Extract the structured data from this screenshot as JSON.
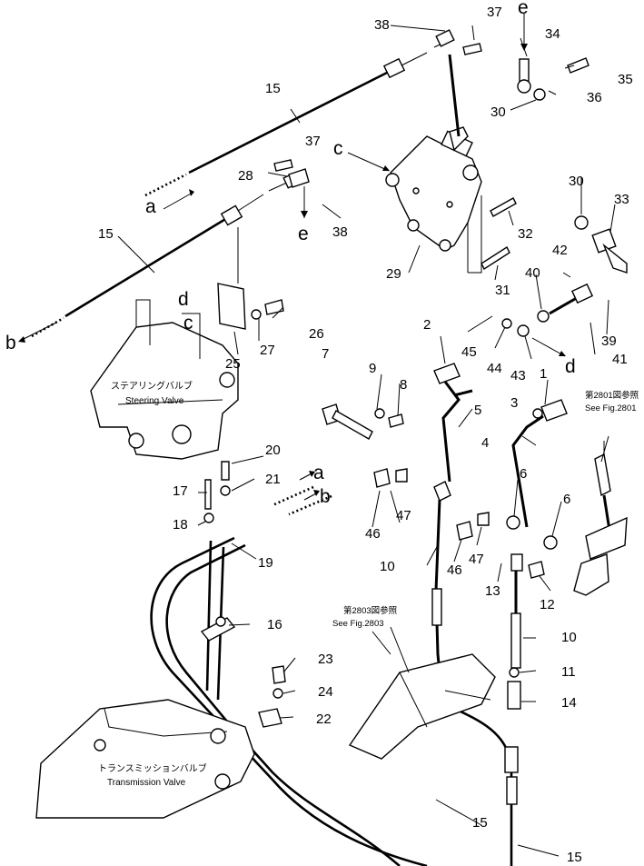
{
  "part_numbers": {
    "p1": "1",
    "p2": "2",
    "p3": "3",
    "p4": "4",
    "p5": "5",
    "p6a": "6",
    "p6b": "6",
    "p7": "7",
    "p8": "8",
    "p9": "9",
    "p10a": "10",
    "p10b": "10",
    "p11": "11",
    "p12": "12",
    "p13": "13",
    "p14": "14",
    "p15a": "15",
    "p15b": "15",
    "p15c": "15",
    "p15d": "15",
    "p16": "16",
    "p17": "17",
    "p18": "18",
    "p19": "19",
    "p20": "20",
    "p21": "21",
    "p22": "22",
    "p23": "23",
    "p24": "24",
    "p25": "25",
    "p26": "26",
    "p27": "27",
    "p28": "28",
    "p29": "29",
    "p30a": "30",
    "p30b": "30",
    "p31": "31",
    "p32": "32",
    "p33": "33",
    "p34": "34",
    "p35": "35",
    "p36": "36",
    "p37a": "37",
    "p37b": "37",
    "p38a": "38",
    "p38b": "38",
    "p39": "39",
    "p40": "40",
    "p41": "41",
    "p42": "42",
    "p43": "43",
    "p44": "44",
    "p45": "45",
    "p46a": "46",
    "p46b": "46",
    "p47a": "47",
    "p47b": "47"
  },
  "letters": {
    "e_top": "e",
    "e_mid": "e",
    "c_top": "c",
    "a_left": "a",
    "b_left": "b",
    "d_valve": "d",
    "c_valve": "c",
    "d_right": "d",
    "a_right": "a",
    "b_right": "b"
  },
  "labels": {
    "steering_jp": "ステアリングバルブ",
    "steering_en": "Steering Valve",
    "transmission_jp": "トランスミッションバルブ",
    "transmission_en": "Transmission Valve"
  },
  "notes": {
    "fig2801_jp": "第2801図参照",
    "fig2801_en": "See Fig.2801",
    "fig2803_jp": "第2803図参照",
    "fig2803_en": "See Fig.2803"
  }
}
